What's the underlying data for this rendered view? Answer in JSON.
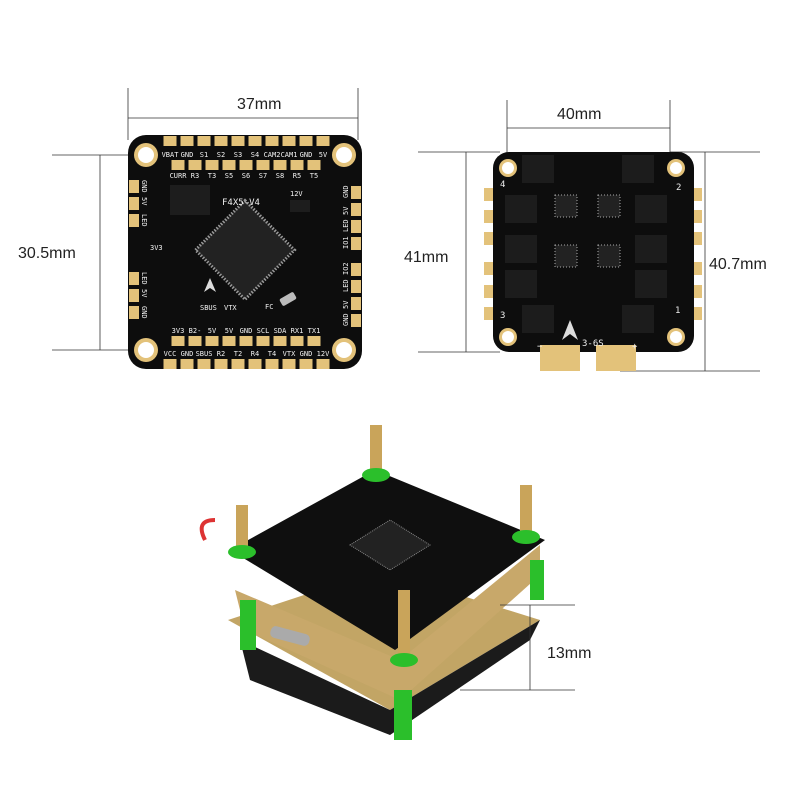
{
  "dimensions": {
    "fc_width": "37mm",
    "fc_height": "30.5mm",
    "esc_width": "40mm",
    "esc_height_left": "41mm",
    "esc_height_right": "40.7mm",
    "stack_height": "13mm"
  },
  "fc_board": {
    "name": "F4X5-V4",
    "top_row": [
      "VBAT",
      "GND",
      "S1",
      "S2",
      "S3",
      "S4",
      "CAM2",
      "CAM1",
      "GND",
      "5V"
    ],
    "second_row": [
      "CURR",
      "R3",
      "T3",
      "S5",
      "S6",
      "S7",
      "S8",
      "R5",
      "T5"
    ],
    "bottom_inner_row": [
      "3V3",
      "B2-",
      "5V",
      "5V",
      "GND",
      "SCL",
      "SDA",
      "RX1",
      "TX1"
    ],
    "bottom_row": [
      "VCC",
      "GND",
      "SBUS",
      "R2",
      "T2",
      "R4",
      "T4",
      "VTX",
      "GND",
      "12V"
    ],
    "left_top": [
      "GND",
      "5V",
      "LED"
    ],
    "left_bottom": [
      "LED",
      "5V",
      "GND"
    ],
    "right_top": [
      "GND",
      "5V",
      "LED",
      "IO1"
    ],
    "right_bottom": [
      "IO2",
      "LED",
      "5V",
      "GND"
    ],
    "misc": [
      "3V3",
      "12V",
      "SBUS",
      "VTX",
      "FC"
    ]
  },
  "esc_board": {
    "voltage": "3-6S",
    "motor_numbers": [
      "1",
      "2",
      "3",
      "4"
    ],
    "minus": "−",
    "plus": "+"
  },
  "colors": {
    "pcb": "#0d0d0d",
    "gold": "#e3c27a",
    "green": "#2bbf2b"
  }
}
